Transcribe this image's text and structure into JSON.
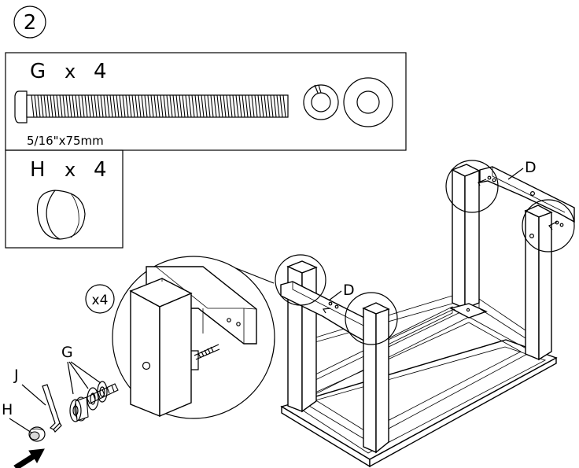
{
  "step": {
    "number": "2"
  },
  "parts": {
    "g": {
      "letter": "G",
      "times": "x",
      "qty": "4",
      "size": "5/16\"x75mm",
      "icons": [
        "bolt-icon",
        "lock-washer-icon",
        "flat-washer-icon"
      ]
    },
    "h": {
      "letter": "H",
      "times": "x",
      "qty": "4",
      "icons": [
        "cap-nut-icon"
      ]
    }
  },
  "callouts": {
    "detail_qty": "x4",
    "label_d_left": "D",
    "label_d_right": "D",
    "label_g": "G",
    "label_j": "J",
    "label_h": "H"
  }
}
